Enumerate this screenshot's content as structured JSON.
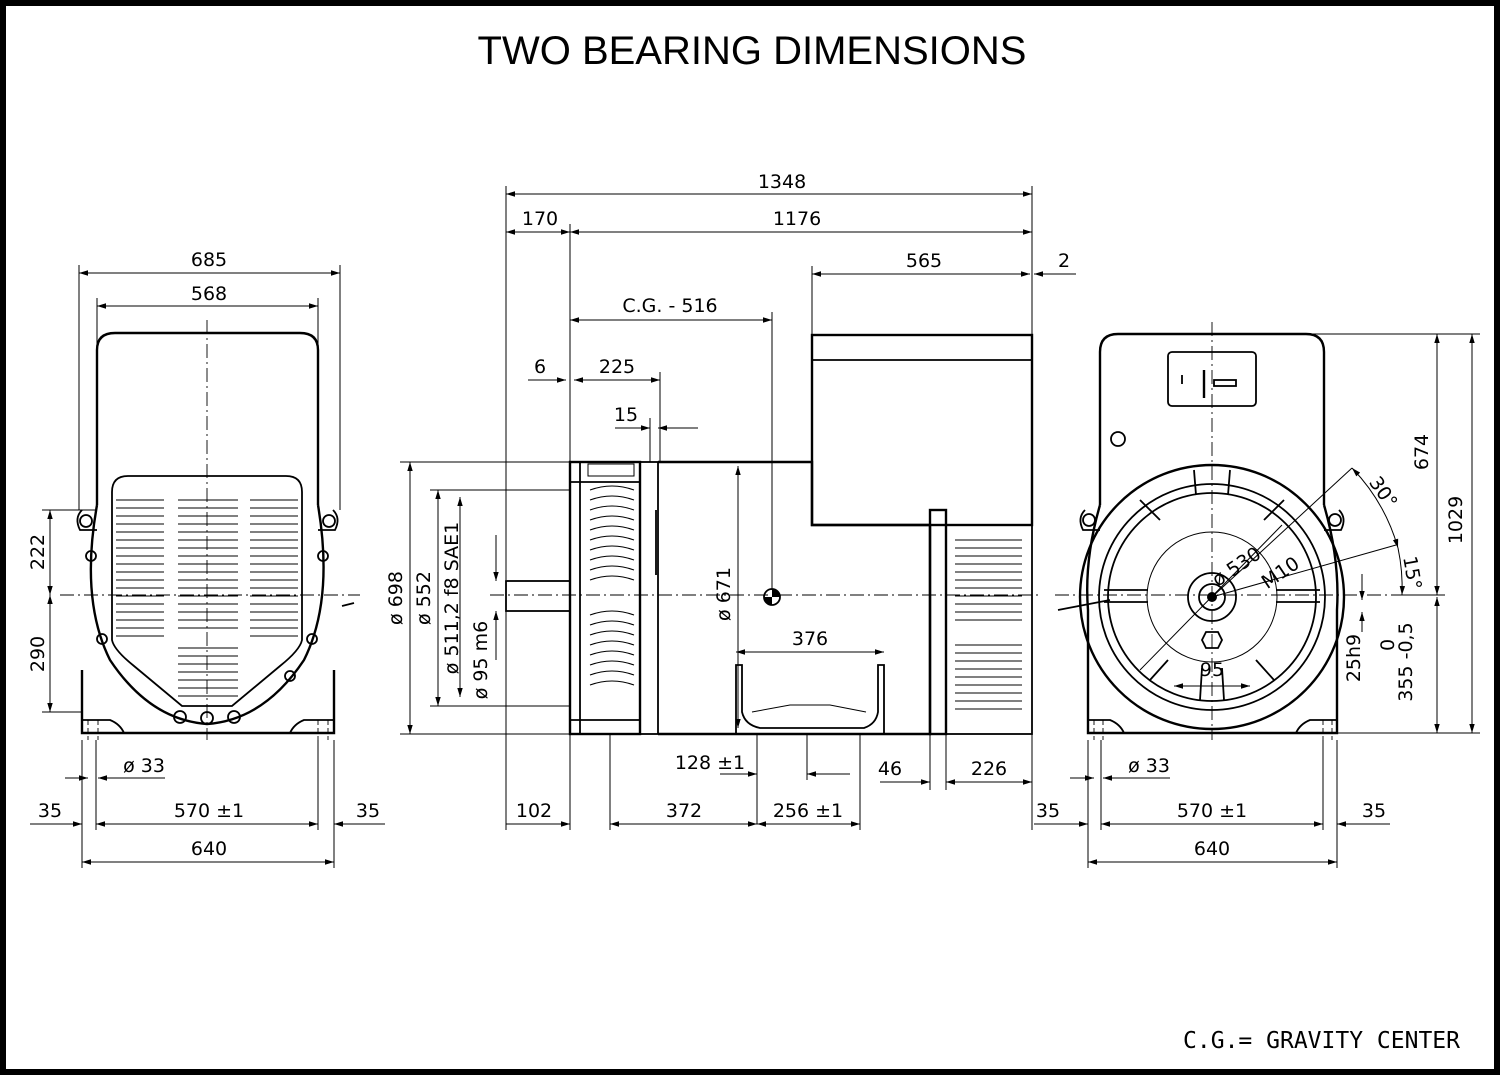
{
  "title": "TWO BEARING DIMENSIONS",
  "note": "C.G.= GRAVITY CENTER",
  "left_view": {
    "width_overall": "685",
    "width_frame": "568",
    "height_upper": "222",
    "height_lower": "290",
    "hole_dia": "ø 33",
    "foot_left": "35",
    "foot_span": "570 ±1",
    "foot_right": "35",
    "base_width": "640"
  },
  "side_view": {
    "length_overall": "1348",
    "flange_offset": "170",
    "body_length": "1176",
    "terminal_box_length": "565",
    "terminal_box_offset": "2",
    "cg": "C.G. -  516",
    "flange_step": "6",
    "flange_depth": "225",
    "flange_rim": "15",
    "dia_698": "ø 698",
    "dia_552": "ø 552",
    "dia_511": "ø 511,2  f8  SAE1",
    "dia_95": "ø 95 m6",
    "dia_671": "ø 671",
    "foot_width": "376",
    "hole_offset": "128 ±1",
    "rear_foot": "46",
    "rear_length": "226",
    "shaft_len": "102",
    "front_span": "372",
    "foot_span": "256 ±1"
  },
  "right_view": {
    "angle_30": "30°",
    "angle_15": "15°",
    "dia_530": "ø 530",
    "thread": "M10",
    "key_width": "95",
    "height_674": "674",
    "height_1029": "1029",
    "key_h": "25h9",
    "shaft_h_top": "0",
    "shaft_h": "355 -0,5",
    "hole_dia": "ø 33",
    "foot_left": "35",
    "foot_span": "570 ±1",
    "foot_right": "35",
    "base_width": "640"
  }
}
